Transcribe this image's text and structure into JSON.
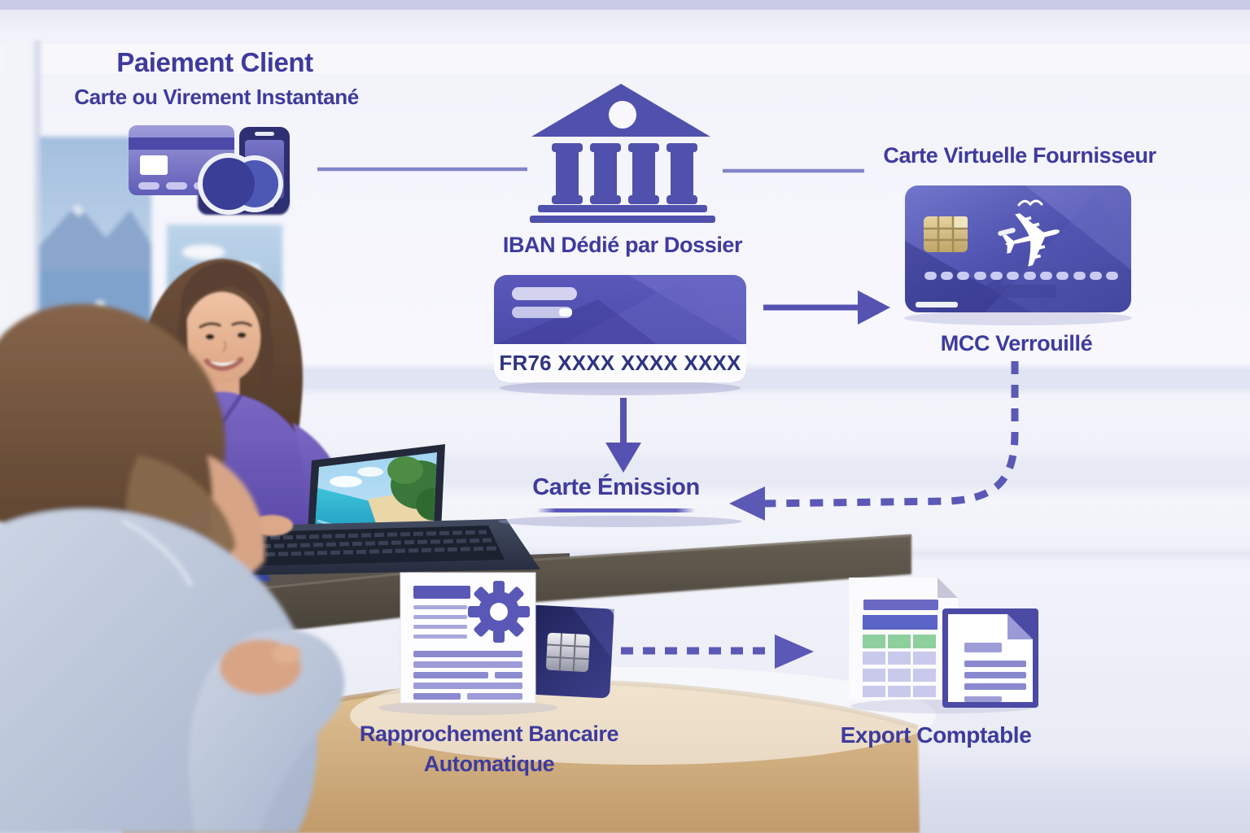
{
  "header": {
    "title": "Paiement Client",
    "subtitle": "Carte ou Virement Instantané"
  },
  "bank": {
    "label": "IBAN Dédié par Dossier"
  },
  "iban_card": {
    "number": "FR76 XXXX XXXX XXXX"
  },
  "virtual_card": {
    "title": "Carte Virtuelle Fournisseur",
    "status": "MCC Verrouillé"
  },
  "emission": {
    "label": "Carte Émission"
  },
  "reconciliation": {
    "line1": "Rapprochement Bancaire",
    "line2": "Automatique"
  },
  "export": {
    "label": "Export Comptable"
  },
  "icons": {
    "plane": "✈",
    "payment_methods": "card-and-phone-icon",
    "bank": "bank-building-icon",
    "virtual_card": "travel-virtual-card-icon",
    "reconciliation": "document-gear-card-icon",
    "export": "spreadsheet-document-icon"
  },
  "colors": {
    "accent_indigo": "#4f51ac",
    "label_text": "#3e3b9c",
    "arrow": "#5552b2",
    "iban_text": "#2f347f",
    "chip_gold": "#d9c28e",
    "export_green": "#8ecf9e",
    "card_navy": "#2d2f72"
  }
}
